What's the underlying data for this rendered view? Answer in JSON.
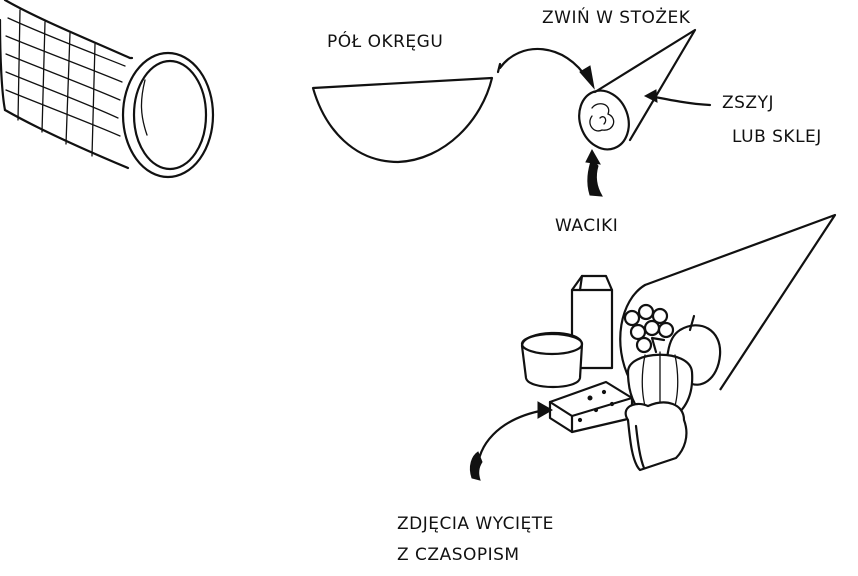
{
  "labels": {
    "half_circle": "PÓŁ OKRĘGU",
    "roll_cone": "ZWIŃ W STOŻEK",
    "sew_line1": "ZSZYJ",
    "sew_line2": "LUB SKLEJ",
    "cotton": "WACIKI",
    "photos_line1": "ZDJĘCIA WYCIĘTE",
    "photos_line2": "Z CZASOPISM"
  },
  "icons": {
    "basket": "wicker-cornucopia-icon",
    "half_circle": "half-circle-shape-icon",
    "cone": "paper-cone-icon",
    "cornucopia": "food-cornucopia-icon"
  },
  "colors": {
    "ink": "#111111",
    "paper": "#ffffff"
  }
}
